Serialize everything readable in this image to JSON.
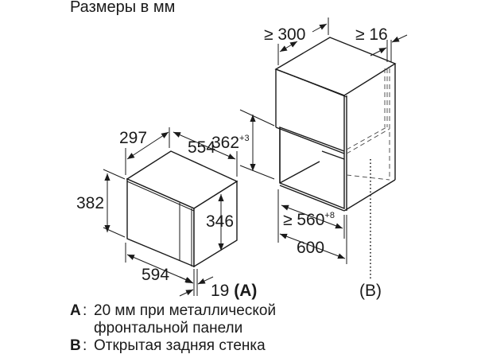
{
  "title": "Размеры в мм",
  "appliance": {
    "depth": "297",
    "width_back": "554",
    "height_outer": "382",
    "height_inner": "346",
    "width_front": "594",
    "panel_offset": "19",
    "panel_offset_ref": "(A)"
  },
  "cabinet": {
    "depth_min": "≥ 300",
    "side_min": "≥ 16",
    "niche_height": "362",
    "niche_height_tol": "+3",
    "niche_width_min": "≥ 560",
    "niche_width_tol": "+8",
    "cabinet_width": "600",
    "back_ref": "(B)"
  },
  "legend": [
    {
      "key": "A",
      "line1": "20 мм при металлической",
      "line2": "фронтальной панели"
    },
    {
      "key": "B",
      "line1": "Открытая задняя стенка"
    }
  ],
  "colors": {
    "line": "#1a1a1a",
    "dash": "#555555",
    "background": "#ffffff"
  }
}
